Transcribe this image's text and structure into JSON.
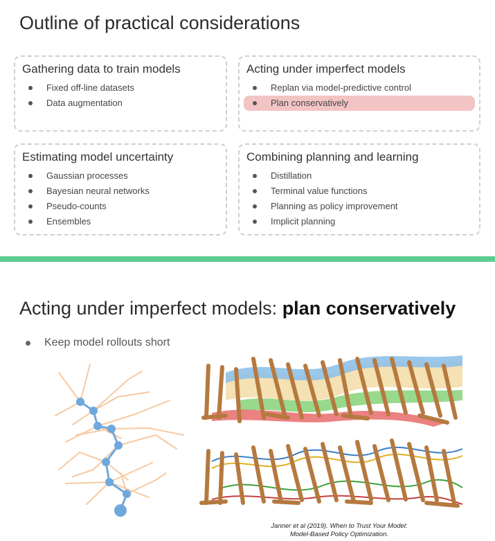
{
  "slide1": {
    "title": "Outline of practical considerations",
    "boxes": [
      {
        "heading": "Gathering data to train models",
        "items": [
          "Fixed off-line datasets",
          "Data augmentation"
        ]
      },
      {
        "heading": "Acting under imperfect models",
        "items": [
          "Replan via model-predictive control",
          "Plan conservatively"
        ]
      },
      {
        "heading": "Estimating model uncertainty",
        "items": [
          "Gaussian processes",
          "Bayesian neural networks",
          "Pseudo-counts",
          "Ensembles"
        ]
      },
      {
        "heading": "Combining planning and learning",
        "items": [
          "Distillation",
          "Terminal value functions",
          "Planning as policy improvement",
          "Implicit planning"
        ]
      }
    ]
  },
  "slide2": {
    "title_prefix": "Acting under imperfect models: ",
    "title_bold": "plan conservatively",
    "bullet": "Keep model rollouts short",
    "caption_line1": "Janner et al (2019). When to Trust Your Model:",
    "caption_line2": "Model-Based Policy Optimization."
  },
  "colors": {
    "divider": "#5ecb91",
    "highlight": "#f3c4c4",
    "tree_node": "#6fa8dc",
    "tree_branch": "#f7c9a0",
    "robot_leg": "#b5793f"
  }
}
